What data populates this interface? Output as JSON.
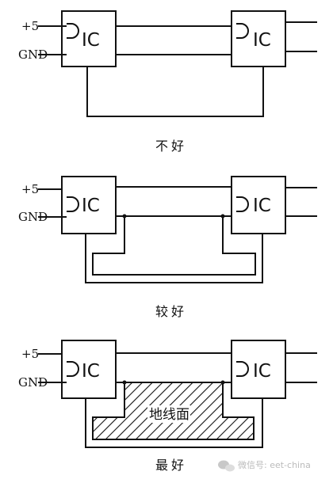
{
  "labels": {
    "vcc": "+5",
    "gnd": "GND",
    "ic": "IC"
  },
  "panels": [
    {
      "caption": "不好"
    },
    {
      "caption": "较好"
    },
    {
      "caption": "最好",
      "ground_plane_label": "地线面"
    }
  ],
  "watermark": {
    "text": "微信号: eet-china"
  },
  "colors": {
    "line": "#111111",
    "background": "#ffffff",
    "watermark": "#bbbbbb"
  }
}
